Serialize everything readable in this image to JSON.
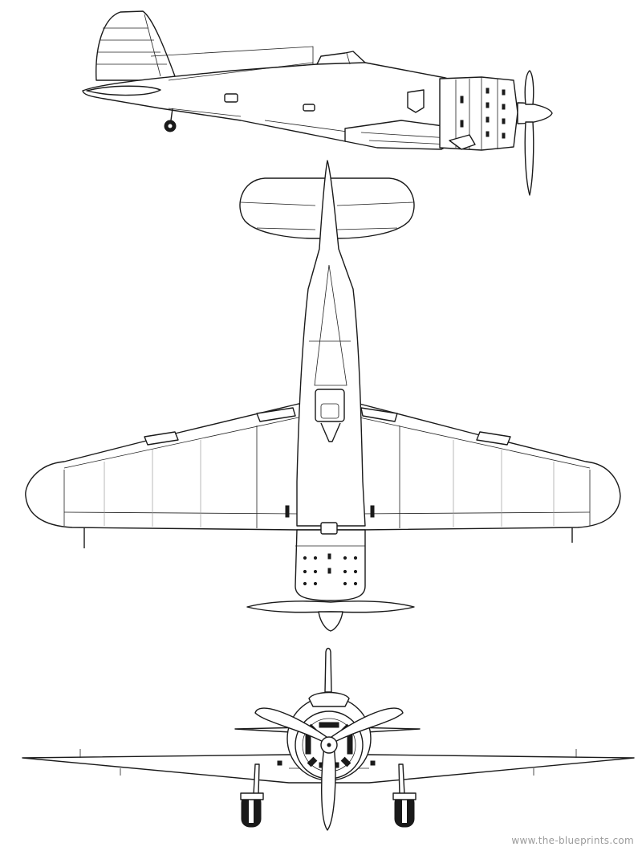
{
  "watermark": "www.the-blueprints.com",
  "views": {
    "side": "side-view",
    "top": "top-view",
    "front": "front-view"
  }
}
